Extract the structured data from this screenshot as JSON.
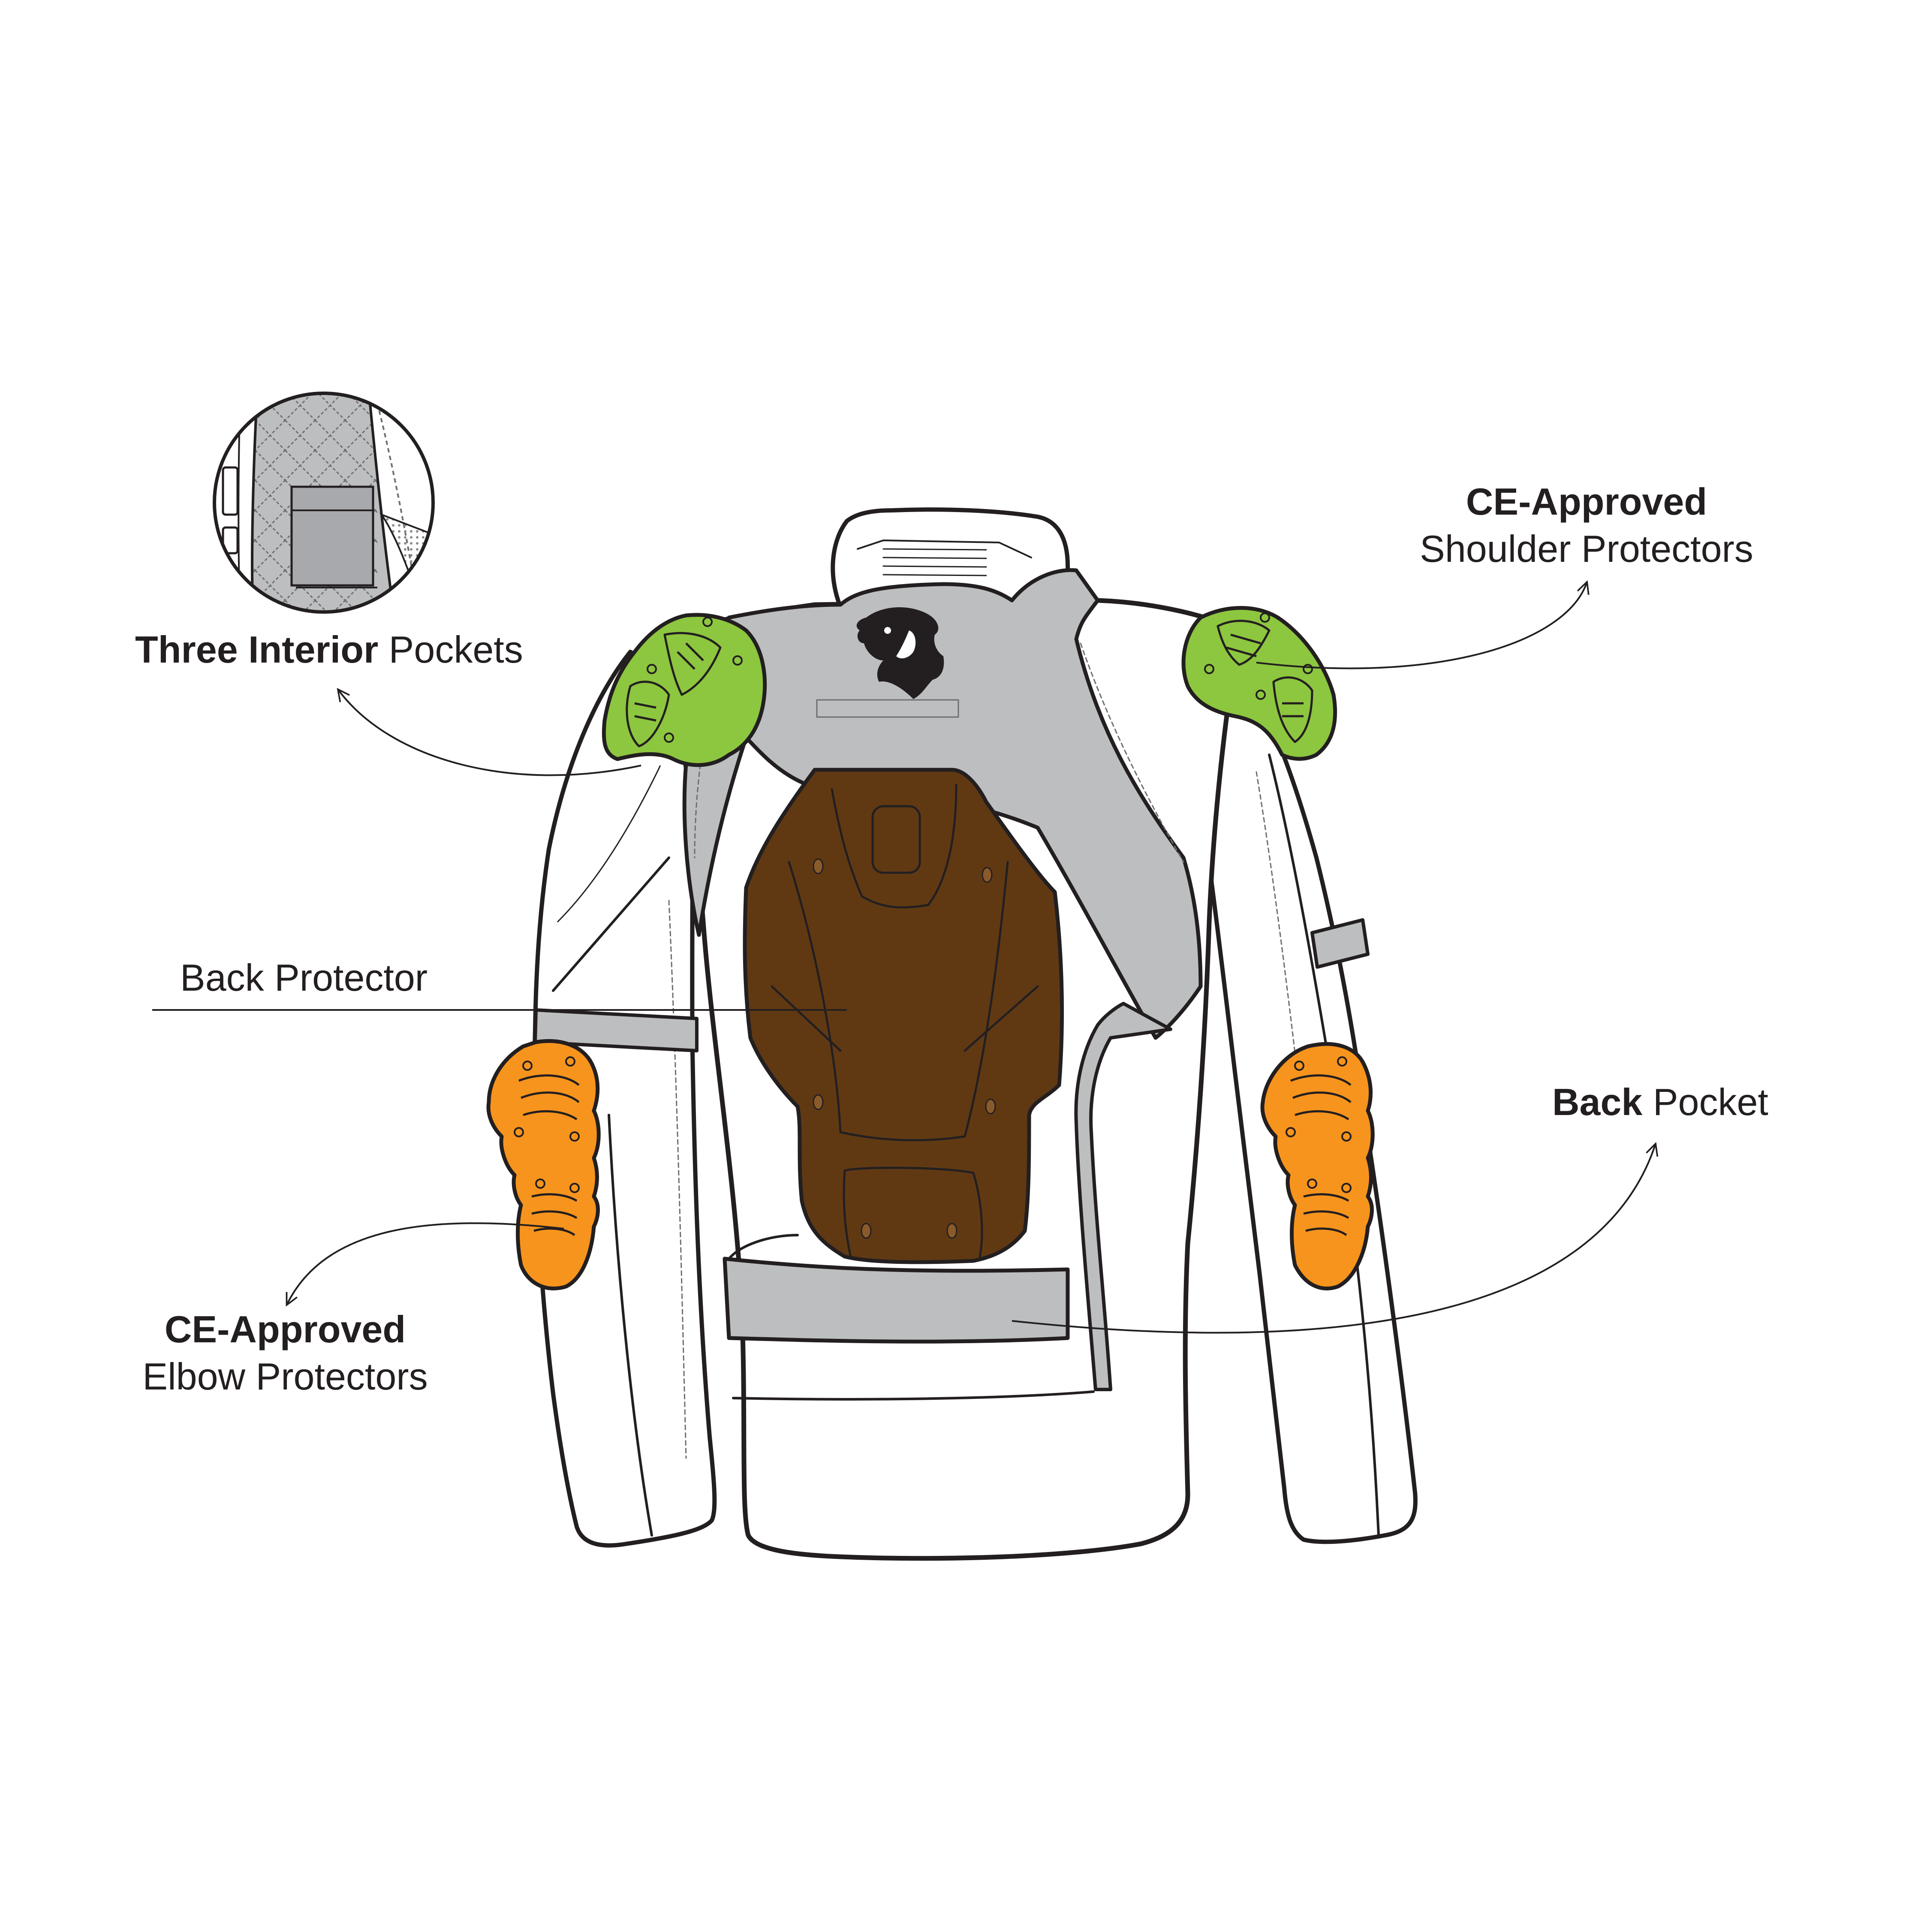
{
  "callouts": {
    "interior_pockets": {
      "bold": "Three Interior",
      "regular": " Pockets"
    },
    "shoulder": {
      "line1": "CE-Approved",
      "line2": "Shoulder Protectors"
    },
    "back_protector": {
      "text": "Back Protector"
    },
    "back_pocket": {
      "bold": "Back",
      "regular": " Pocket"
    },
    "elbow": {
      "line1": "CE-Approved",
      "line2": "Elbow Protectors"
    }
  },
  "colors": {
    "outline": "#231f20",
    "jacket_white": "#ffffff",
    "panel_grey": "#bcbec0",
    "back_protector": "#603913",
    "shoulder_protector": "#8dc63f",
    "elbow_protector": "#f7941d"
  },
  "icons": {
    "logo": "bear-head-logo",
    "detail": "interior-pocket-detail"
  }
}
